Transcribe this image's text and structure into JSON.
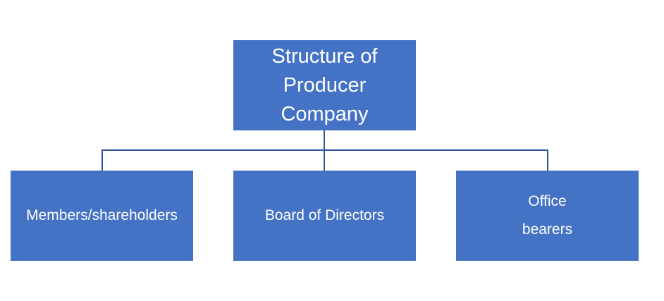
{
  "diagram": {
    "root": {
      "lines": [
        "Structure of",
        "Producer",
        "Company"
      ]
    },
    "children": [
      {
        "lines": [
          "Members/shareholders"
        ]
      },
      {
        "lines": [
          "Board of Directors"
        ]
      },
      {
        "lines": [
          "Office",
          "bearers"
        ]
      }
    ]
  },
  "colors": {
    "box_fill": "#4472c4",
    "connector": "#2f5597",
    "text": "#ffffff"
  }
}
